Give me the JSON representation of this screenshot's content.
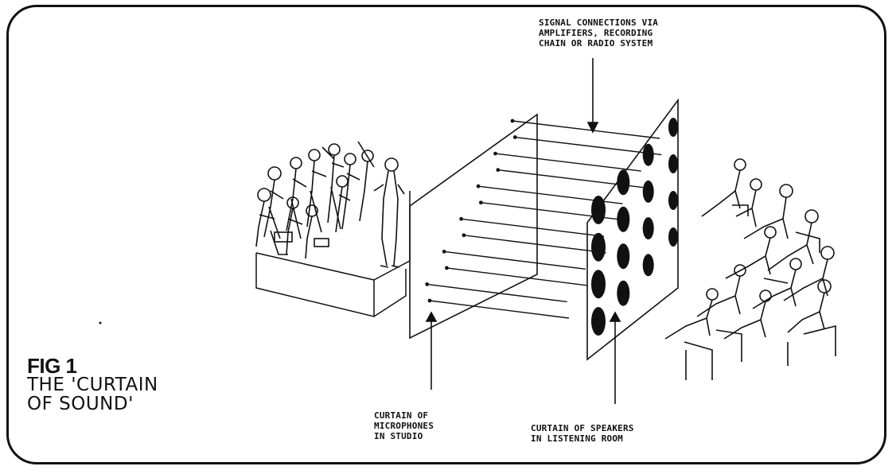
{
  "labels": {
    "signal": [
      "SIGNAL CONNECTIONS VIA",
      "AMPLIFIERS, RECORDING",
      "CHAIN OR RADIO SYSTEM"
    ],
    "microphones": [
      "CURTAIN OF",
      "MICROPHONES",
      "IN STUDIO"
    ],
    "speakers": [
      "CURTAIN OF SPEAKERS",
      "IN LISTENING ROOM"
    ]
  },
  "figure": {
    "number": "FIG 1",
    "caption": [
      "THE 'CURTAIN",
      "OF SOUND'"
    ]
  },
  "diagram": {
    "microphone_count": 12,
    "speaker_count": 16,
    "ink_color": "#111111",
    "paper_color": "#ffffff"
  }
}
